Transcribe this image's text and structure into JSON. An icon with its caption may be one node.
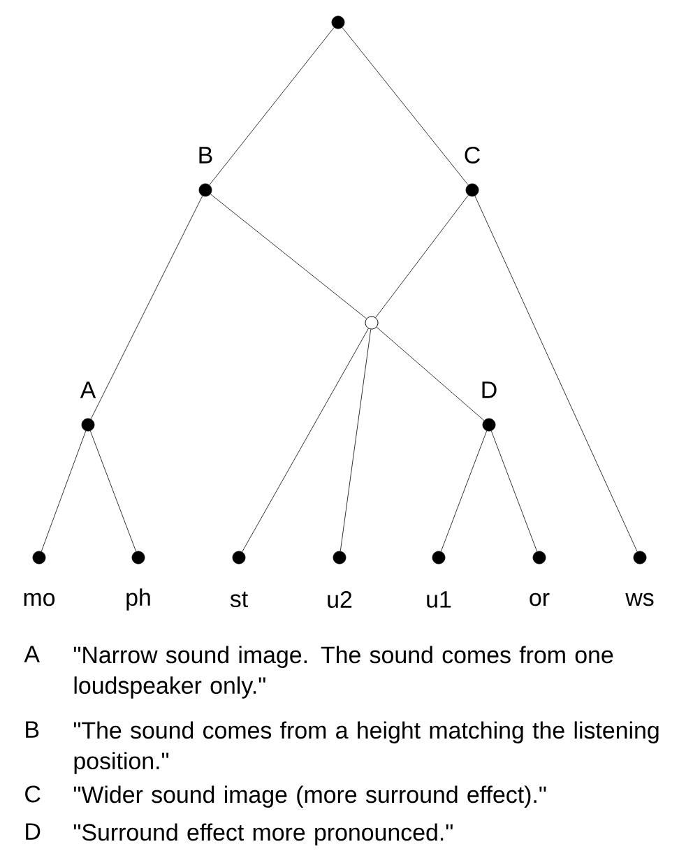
{
  "diagram": {
    "nodes": [
      {
        "text": [],
        "shape": "dot"
      },
      {
        "text": [],
        "shape": "dot",
        "beside": [
          "B"
        ]
      },
      {
        "text": [],
        "shape": "dot",
        "beside": [
          "C"
        ]
      },
      {
        "text": [],
        "shape": "circle"
      },
      {
        "text": [],
        "shape": "dot",
        "beside": [
          "A"
        ]
      },
      {
        "text": [],
        "shape": "dot",
        "beside": [
          "D"
        ]
      },
      {
        "text": [],
        "shape": "dot",
        "beside": [
          "mo"
        ]
      },
      {
        "text": [],
        "shape": "dot",
        "beside": [
          "ph"
        ]
      },
      {
        "text": [],
        "shape": "dot",
        "beside": [
          "st"
        ]
      },
      {
        "text": [],
        "shape": "dot",
        "beside": [
          "u2"
        ]
      },
      {
        "text": [],
        "shape": "dot",
        "beside": [
          "u1"
        ]
      },
      {
        "text": [],
        "shape": "dot",
        "beside": [
          "or"
        ]
      },
      {
        "text": [],
        "shape": "dot",
        "beside": [
          "ws"
        ]
      }
    ],
    "edges": [
      {
        "from": 0,
        "to": 1,
        "arrow": "none"
      },
      {
        "from": 0,
        "to": 2,
        "arrow": "none"
      },
      {
        "from": 1,
        "to": 4,
        "arrow": "none"
      },
      {
        "from": 1,
        "to": 3,
        "arrow": "none"
      },
      {
        "from": 2,
        "to": 3,
        "arrow": "none"
      },
      {
        "from": 2,
        "to": 12,
        "arrow": "none"
      },
      {
        "from": 3,
        "to": 8,
        "arrow": "none"
      },
      {
        "from": 3,
        "to": 9,
        "arrow": "none"
      },
      {
        "from": 3,
        "to": 5,
        "arrow": "none"
      },
      {
        "from": 4,
        "to": 6,
        "arrow": "none"
      },
      {
        "from": 4,
        "to": 7,
        "arrow": "none"
      },
      {
        "from": 5,
        "to": 10,
        "arrow": "none"
      },
      {
        "from": 5,
        "to": 11,
        "arrow": "none"
      }
    ],
    "labels": [
      "A",
      "\"Narrow sound image. The sound comes from one loudspeaker only.\"",
      "B",
      "\"The sound comes from a height matching the listening position.\"",
      "C",
      "\"Wider sound image (more surround effect).\"",
      "D",
      "\"Surround effect more pronounced.\""
    ]
  }
}
